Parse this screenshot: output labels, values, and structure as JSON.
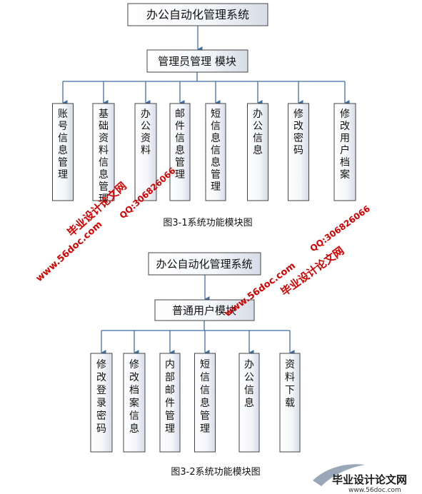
{
  "diagram1": {
    "root": "办公自动化管理系统",
    "module": "管理员管理 模块",
    "children": [
      "账号信息管理",
      "基础资料信息管理",
      "办公资料",
      "邮件信息管理",
      "短信息信息管理",
      "办公信息",
      "修改密码",
      "修改用户档案"
    ],
    "caption": "图3-1系统功能模块图"
  },
  "diagram2": {
    "root": "办公自动化管理系统",
    "module": "普通用户模块",
    "children": [
      "修改登录密码",
      "修改档案信息",
      "内部邮件管理",
      "短信信息管理",
      "办公信息",
      "资料下载"
    ],
    "caption": "图3-2系统功能模块图"
  },
  "watermarks": {
    "site": "毕业设计论文网",
    "url": "www.56doc.com",
    "qq": "QQ:306826066"
  },
  "logo": {
    "title": "毕业设计论文网",
    "url": "www.56doc.com"
  },
  "colors": {
    "arrow": "#3f6ea3",
    "box_border": "#444444",
    "watermark_red": "#d40000"
  }
}
